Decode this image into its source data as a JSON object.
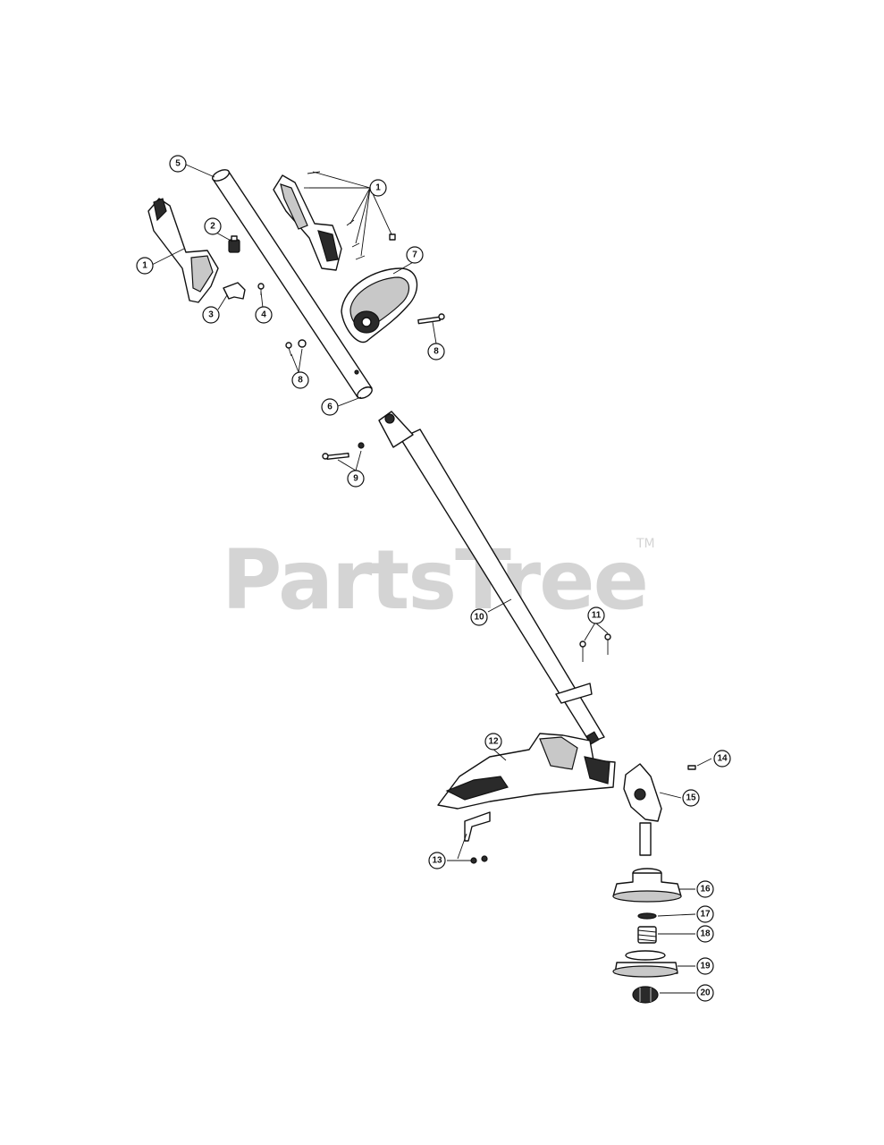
{
  "watermark": {
    "text": "PartsTree",
    "tm": "TM"
  },
  "callouts": [
    {
      "id": "c1a",
      "label": "1"
    },
    {
      "id": "c1b",
      "label": "1"
    },
    {
      "id": "c2",
      "label": "2"
    },
    {
      "id": "c3",
      "label": "3"
    },
    {
      "id": "c4",
      "label": "4"
    },
    {
      "id": "c5",
      "label": "5"
    },
    {
      "id": "c6",
      "label": "6"
    },
    {
      "id": "c7",
      "label": "7"
    },
    {
      "id": "c8a",
      "label": "8"
    },
    {
      "id": "c8b",
      "label": "8"
    },
    {
      "id": "c9",
      "label": "9"
    },
    {
      "id": "c10",
      "label": "10"
    },
    {
      "id": "c11",
      "label": "11"
    },
    {
      "id": "c12",
      "label": "12"
    },
    {
      "id": "c13",
      "label": "13"
    },
    {
      "id": "c14",
      "label": "14"
    },
    {
      "id": "c15",
      "label": "15"
    },
    {
      "id": "c16",
      "label": "16"
    },
    {
      "id": "c17",
      "label": "17"
    },
    {
      "id": "c18",
      "label": "18"
    },
    {
      "id": "c19",
      "label": "19"
    },
    {
      "id": "c20",
      "label": "20"
    }
  ]
}
